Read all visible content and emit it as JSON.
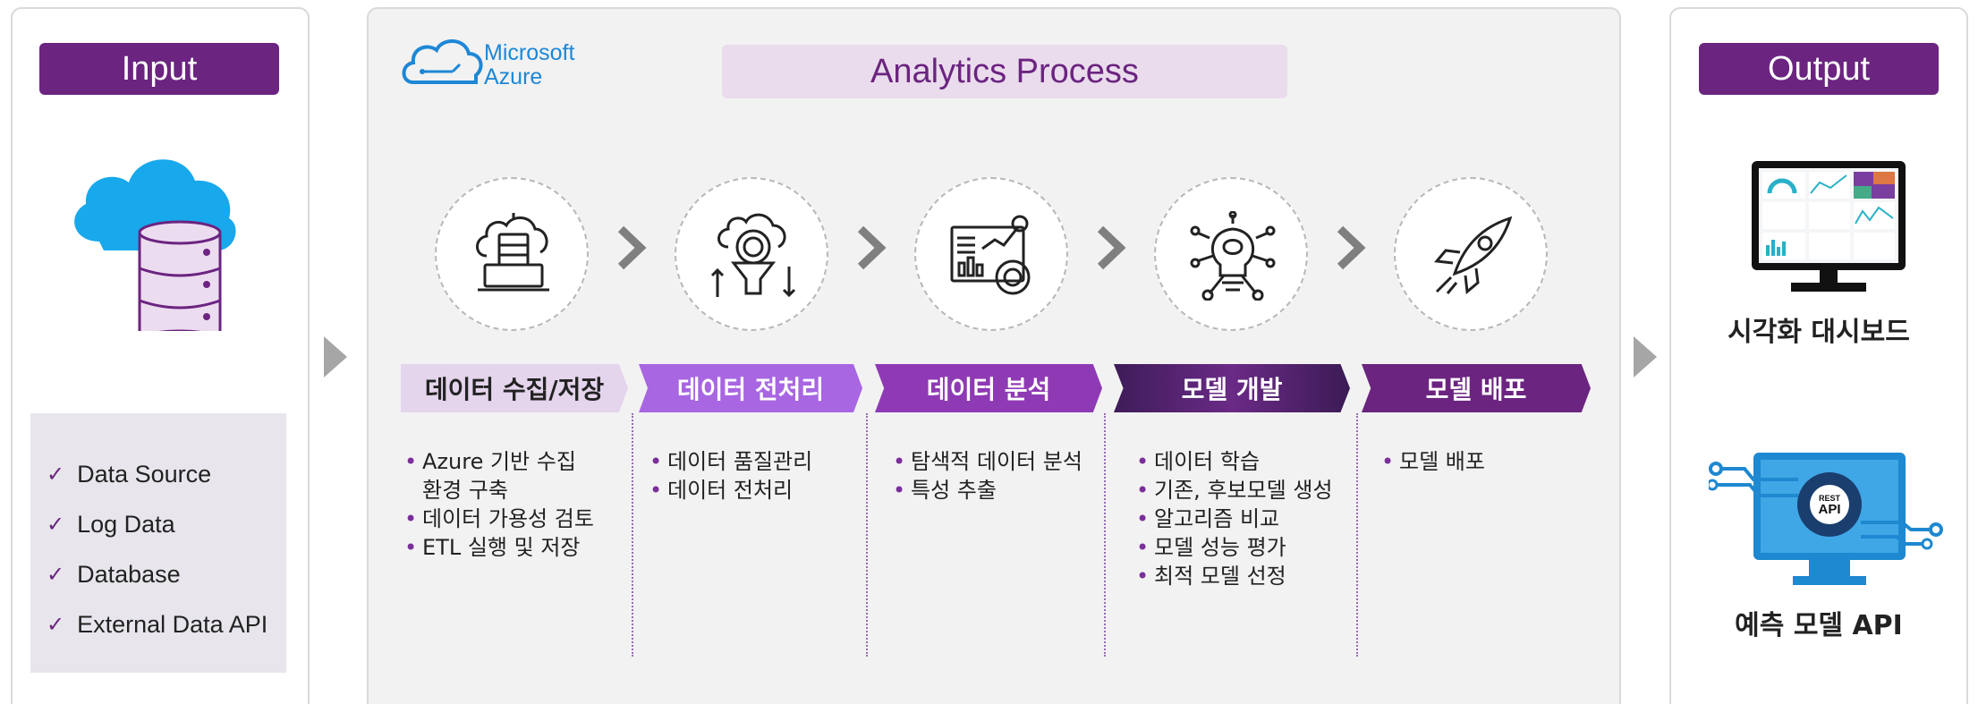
{
  "input": {
    "title": "Input",
    "sources": [
      {
        "check": "✓",
        "label": "Data Source"
      },
      {
        "check": "✓",
        "label": "Log Data"
      },
      {
        "check": "✓",
        "label": "Database"
      },
      {
        "check": "✓",
        "label": "External Data API"
      }
    ]
  },
  "process": {
    "title": "Analytics Process",
    "logo": {
      "line1": "Microsoft",
      "line2": "Azure",
      "color": "#1e87d6"
    },
    "steps": [
      {
        "label": "데이터 수집/저장",
        "icon": "cloud-server-laptop-icon",
        "bullets": [
          "Azure 기반 수집",
          "환경 구축",
          "데이터 가용성 검토",
          "ETL 실행 및 저장"
        ]
      },
      {
        "label": "데이터 전처리",
        "icon": "gear-funnel-icon",
        "bullets": [
          "데이터 품질관리",
          "데이터 전처리"
        ]
      },
      {
        "label": "데이터 분석",
        "icon": "analytics-chart-icon",
        "bullets": [
          "탐색적 데이터 분석",
          "특성 추출"
        ]
      },
      {
        "label": "모델 개발",
        "icon": "brain-lightbulb-icon",
        "bullets": [
          "데이터 학습",
          "기존, 후보모델 생성",
          "알고리즘 비교",
          "모델 성능 평가",
          "최적 모델 선정"
        ]
      },
      {
        "label": "모델 배포",
        "icon": "rocket-icon",
        "bullets": [
          "모델 배포"
        ]
      }
    ]
  },
  "output": {
    "title": "Output",
    "items": [
      {
        "label": "시각화 대시보드",
        "icon": "dashboard-monitor-icon"
      },
      {
        "label": "예측 모델 API",
        "icon": "rest-api-icon"
      }
    ]
  },
  "colors": {
    "accent": "#6b2480",
    "light_accent": "#eadcec",
    "azure": "#1e87d6"
  }
}
